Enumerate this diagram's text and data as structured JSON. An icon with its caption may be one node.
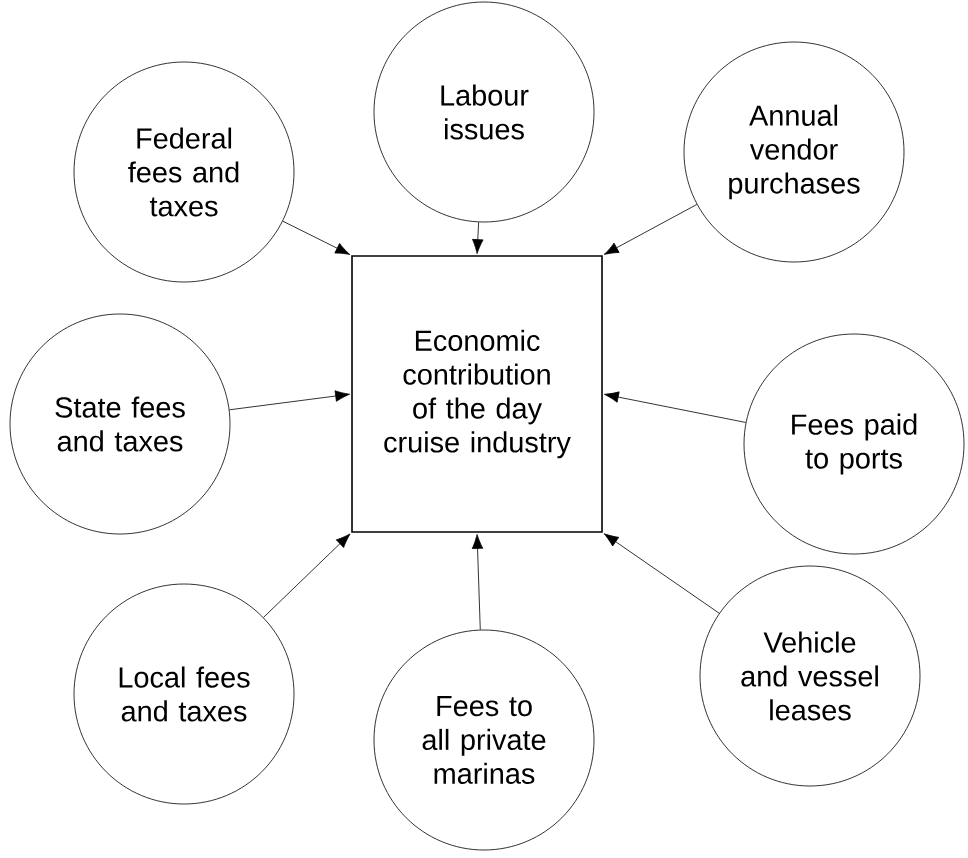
{
  "diagram": {
    "nodes": [
      {
        "text": [
          "Federal fees and taxes"
        ]
      },
      {
        "text": [
          "Labour issues"
        ]
      },
      {
        "text": [
          "Annual vendor purchases"
        ]
      },
      {
        "text": [
          "State fees and taxes"
        ]
      },
      {
        "text": [
          "Economic contribution of the day cruise industry"
        ]
      },
      {
        "text": [
          "Fees paid to ports"
        ]
      },
      {
        "text": [
          "Local fees and taxes"
        ]
      },
      {
        "text": [
          "Fees to all private marinas"
        ]
      },
      {
        "text": [
          "Vehicle and vessel leases"
        ]
      }
    ],
    "edges": [
      {
        "from": 0,
        "to": 4,
        "arrow": "to"
      },
      {
        "from": 1,
        "to": 4,
        "arrow": "to"
      },
      {
        "from": 2,
        "to": 4,
        "arrow": "to"
      },
      {
        "from": 3,
        "to": 4,
        "arrow": "to"
      },
      {
        "from": 5,
        "to": 4,
        "arrow": "to"
      },
      {
        "from": 6,
        "to": 4,
        "arrow": "to"
      },
      {
        "from": 7,
        "to": 4,
        "arrow": "to"
      },
      {
        "from": 8,
        "to": 4,
        "arrow": "to"
      }
    ]
  }
}
